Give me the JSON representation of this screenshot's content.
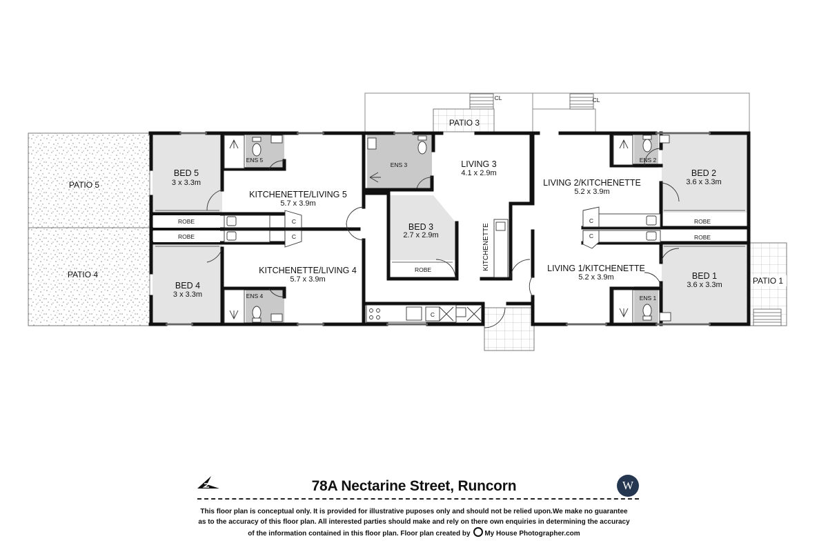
{
  "property": {
    "address": "78A Nectarine Street, Runcorn",
    "disclaimer_line1": "This floor plan is conceptual only. It is provided for illustrative puposes only and should not be relied upon.We make no guarantee",
    "disclaimer_line2": "as to the accuracy of this floor plan. All interested parties should make and rely on there own enquiries in determining the accuracy",
    "disclaimer_line3": "of the information contained in this floor plan. Floor plan created by",
    "credit": "My House Photographer.com",
    "logo_letter": "W",
    "logo_color": "#243650"
  },
  "rooms": {
    "patio5": {
      "label": "PATIO 5"
    },
    "patio4": {
      "label": "PATIO 4"
    },
    "bed5": {
      "label": "BED 5",
      "dim": "3 x 3.3m"
    },
    "bed4": {
      "label": "BED 4",
      "dim": "3 x 3.3m"
    },
    "ens5": {
      "label": "ENS 5"
    },
    "ens4": {
      "label": "ENS 4"
    },
    "kl5": {
      "label": "KITCHENETTE/LIVING 5",
      "dim": "5.7 x 3.9m"
    },
    "kl4": {
      "label": "KITCHENETTE/LIVING 4",
      "dim": "5.7 x 3.9m"
    },
    "robe5": {
      "label": "ROBE"
    },
    "robe4": {
      "label": "ROBE"
    },
    "c5": {
      "label": "C"
    },
    "c4": {
      "label": "C"
    },
    "patio3": {
      "label": "PATIO 3"
    },
    "ens3": {
      "label": "ENS 3"
    },
    "living3": {
      "label": "LIVING 3",
      "dim": "4.1 x 2.9m"
    },
    "bed3": {
      "label": "BED 3",
      "dim": "2.7 x 2.9m"
    },
    "robe3": {
      "label": "ROBE"
    },
    "kitchenette": {
      "label": "KITCHENETTE"
    },
    "c3": {
      "label": "C"
    },
    "cl_left": {
      "label": "CL"
    },
    "cl_right": {
      "label": "CL"
    },
    "living2": {
      "label": "LIVING 2/KITCHENETTE",
      "dim": "5.2 x 3.9m"
    },
    "living1": {
      "label": "LIVING 1/KITCHENETTE",
      "dim": "5.2 x 3.9m"
    },
    "ens2": {
      "label": "ENS 2"
    },
    "ens1": {
      "label": "ENS 1"
    },
    "bed2": {
      "label": "BED 2",
      "dim": "3.6 x 3.3m"
    },
    "bed1": {
      "label": "BED 1",
      "dim": "3.6 x 3.3m"
    },
    "robe2": {
      "label": "ROBE"
    },
    "robe1": {
      "label": "ROBE"
    },
    "c2": {
      "label": "C"
    },
    "c1": {
      "label": "C"
    },
    "patio1": {
      "label": "PATIO 1"
    }
  },
  "colors": {
    "wall": "#111111",
    "bedroom_fill": "#e4e4e4",
    "bath_fill": "#c9c9c9",
    "patio_dots": "#777777"
  }
}
